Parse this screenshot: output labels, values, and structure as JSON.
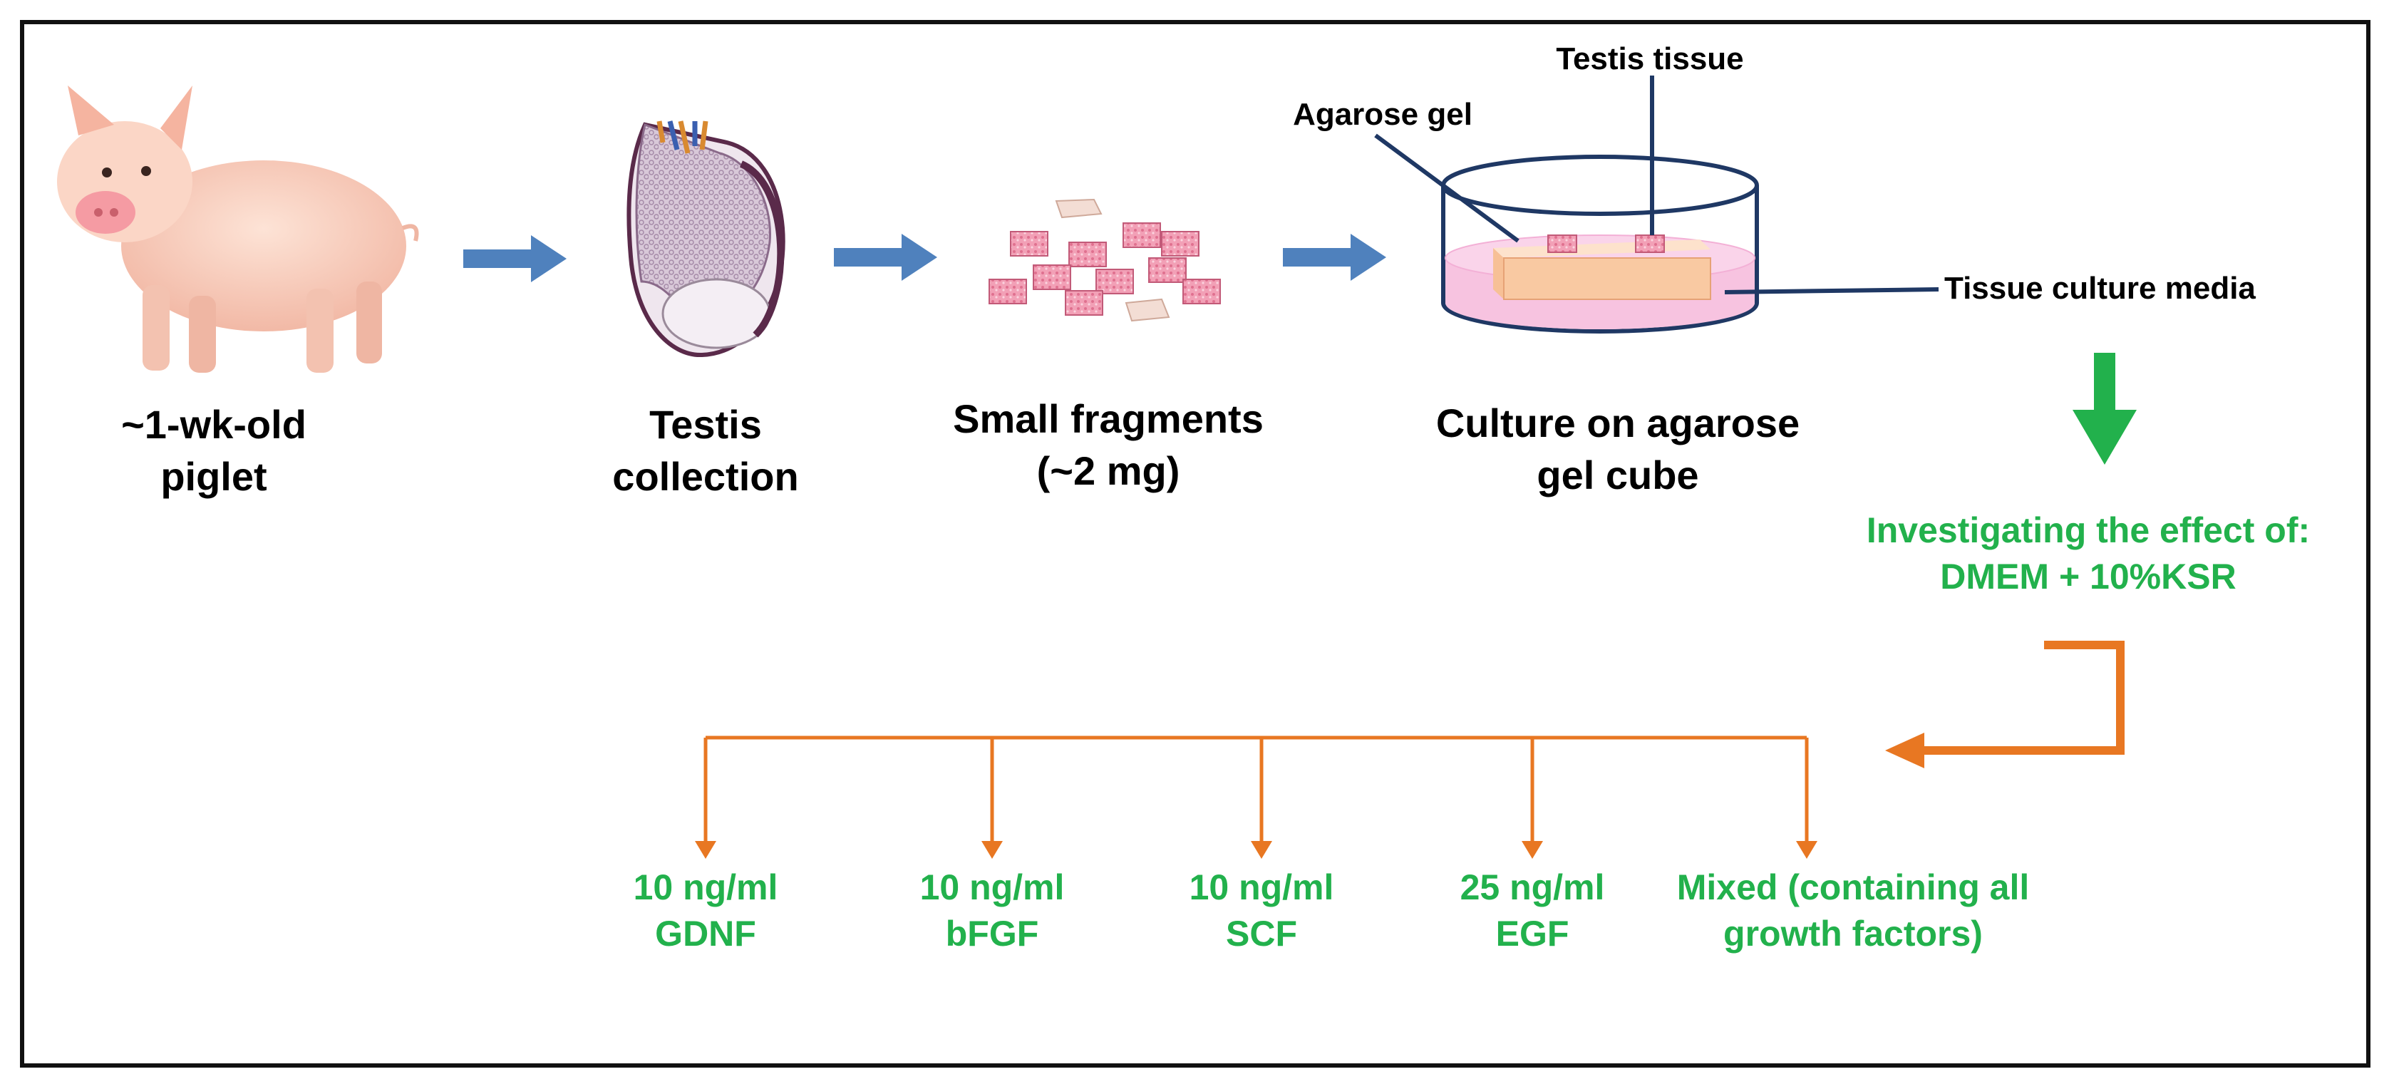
{
  "steps": [
    {
      "line1": "~1-wk-old",
      "line2": "piglet"
    },
    {
      "line1": "Testis",
      "line2": "collection"
    },
    {
      "line1": "Small fragments",
      "line2": "(~2 mg)"
    },
    {
      "line1": "Culture on agarose",
      "line2": "gel cube"
    }
  ],
  "dish_labels": {
    "testis_tissue": "Testis tissue",
    "agarose_gel": "Agarose gel",
    "culture_media": "Tissue culture media"
  },
  "investigation": {
    "line1": "Investigating the effect of:",
    "line2": "DMEM + 10%KSR"
  },
  "treatments": [
    {
      "line1": "10 ng/ml",
      "line2": "GDNF"
    },
    {
      "line1": "10 ng/ml",
      "line2": "bFGF"
    },
    {
      "line1": "10 ng/ml",
      "line2": "SCF"
    },
    {
      "line1": "25 ng/ml",
      "line2": "EGF"
    },
    {
      "line1": "Mixed (containing all",
      "line2": "growth factors)"
    }
  ],
  "colors": {
    "flow_arrow": "#4f81bd",
    "green_arrow": "#22b14c",
    "orange": "#e87722",
    "label_line": "#1f3864",
    "green_text": "#22b14c"
  },
  "icons": [
    "piglet-icon",
    "testis-icon",
    "tissue-fragments-icon",
    "culture-dish-icon"
  ]
}
